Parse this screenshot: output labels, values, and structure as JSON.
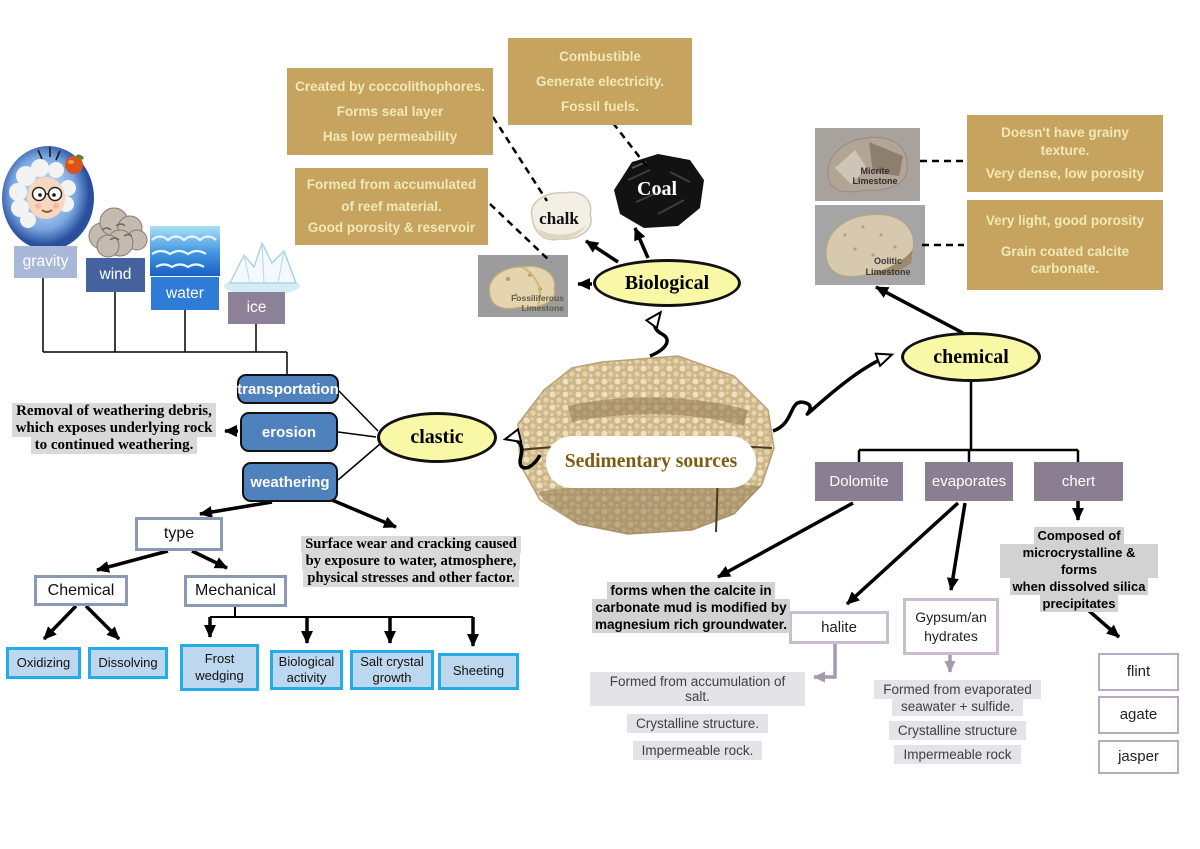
{
  "central_label": "Sedimentary sources",
  "branches": {
    "clastic": "clastic",
    "biological": "Biological",
    "chemical": "chemical"
  },
  "agents": {
    "gravity": "gravity",
    "wind": "wind",
    "water": "water",
    "ice": "ice"
  },
  "processes": {
    "transportation": "transportation",
    "erosion": "erosion",
    "weathering": "weathering"
  },
  "tan_boxes": {
    "chalk_info": [
      "Created by coccolithophores.",
      "Forms seal layer",
      "Has low permeability"
    ],
    "coal_info": [
      "Combustible",
      "Generate electricity.",
      "Fossil fuels."
    ],
    "reef_info": [
      "Formed from accumulated",
      "of reef material.",
      "Good porosity & reservoir"
    ],
    "micrite_info": [
      "Doesn't have grainy texture.",
      "Very dense, low porosity"
    ],
    "oolitic_info": [
      "Very light, good porosity",
      "Grain coated calcite carbonate."
    ]
  },
  "rock_labels": {
    "chalk": "chalk",
    "coal": "Coal",
    "fossiliferous": "Fossiliferous Limestone",
    "micrite": "Micrite Limestone",
    "oolitic": "Oolitic Limestone"
  },
  "notes": {
    "erosion": [
      "Removal of weathering debris,",
      "which exposes underlying rock",
      "to continued weathering."
    ],
    "weathering": [
      "Surface wear and cracking caused",
      "by exposure to water, atmosphere,",
      "physical stresses and other factor."
    ],
    "dolomite": [
      "forms when the calcite in",
      "carbonate mud is modified by",
      "magnesium rich groundwater."
    ],
    "chert": [
      "Composed of",
      "microcrystalline & forms",
      "when dissolved silica",
      "precipitates"
    ],
    "halite": [
      "Formed from accumulation of salt.",
      "Crystalline structure.",
      "Impermeable rock."
    ],
    "gypsum": [
      "Formed from evaporated",
      "seawater + sulfide.",
      "Crystalline structure",
      "Impermeable rock"
    ]
  },
  "weathering_tree": {
    "type": "type",
    "chemical": "Chemical",
    "mechanical": "Mechanical",
    "chemical_kinds": [
      "Oxidizing",
      "Dissolving"
    ],
    "mechanical_kinds": [
      "Frost wedging",
      "Biological activity",
      "Salt crystal growth",
      "Sheeting"
    ]
  },
  "chemical_tree": {
    "kinds": [
      "Dolomite",
      "evaporates",
      "chert"
    ],
    "evaporate_kinds": [
      "halite",
      "Gypsum/an hydrates"
    ],
    "chert_kinds": [
      "flint",
      "agate",
      "jasper"
    ]
  },
  "palette": {
    "oval_yellow": "#f8f8a6",
    "tan": "#c6a35f",
    "tan_text": "#f0e9b5",
    "process_blue": "#4f81bd",
    "category_gray_purple": "#8b7e92",
    "mechanism_light_blue": "#bdd7ee",
    "mechanism_border": "#25ace8",
    "outline_light_purple": "#cabdd2",
    "note_gray": "#d9d9d9",
    "central_text_brown": "#7d5c10"
  }
}
